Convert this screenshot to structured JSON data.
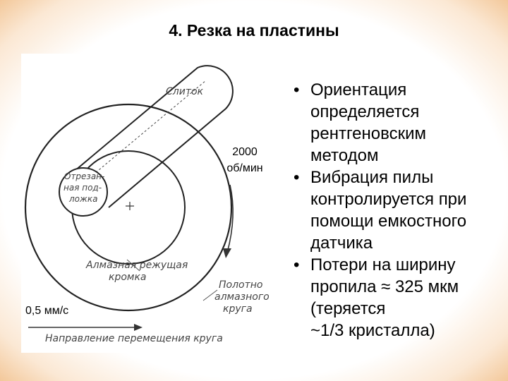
{
  "slide": {
    "title": "4. Резка на пластины"
  },
  "figure": {
    "rpm_line1": "2000",
    "rpm_line2": "об/мин",
    "speed": "0,5 мм/с",
    "labels": {
      "ingot": "Слиток",
      "cut_wafer_1": "Отрезан-",
      "cut_wafer_2": "ная под-",
      "cut_wafer_3": "ложка",
      "diamond_edge_1": "Алмазная режущая",
      "diamond_edge_2": "кромка",
      "blade_1": "Полотно",
      "blade_2": "алмазного",
      "blade_3": "круга",
      "direction": "Направление перемещения круга"
    }
  },
  "bullets": [
    "Ориентация определяется рентгеновским методом",
    "Вибрация пилы контролируется при помощи емкостного датчика",
    "Потери на ширину пропила ≈ 325 мкм (теряется ~1/3 кристалла)"
  ],
  "bullet_lines": [
    [
      "Ориентация",
      "определяется",
      "рентгеновским",
      "методом"
    ],
    [
      "Вибрация пилы",
      "контролируется при",
      "помощи емкостного",
      "датчика"
    ],
    [
      "Потери на ширину",
      "пропила ≈ 325 мкм",
      "(теряется",
      "~1/3 кристалла)"
    ]
  ],
  "bullet_symbol": "•"
}
